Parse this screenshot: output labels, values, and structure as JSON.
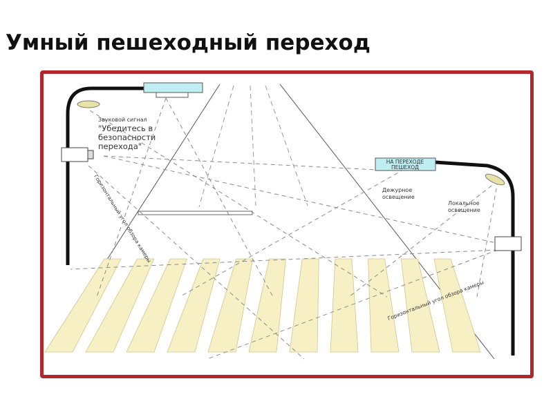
{
  "title": "Умный пешеходный переход",
  "colors": {
    "frame": "#b3262c",
    "stripe": "#f6f0c4",
    "sign": "#bfeef2",
    "lamp": "#e9e2a6",
    "pole": "#111111",
    "dashed": "#888888"
  },
  "labels": {
    "sound_caption": "Звуковой сигнал",
    "sound_message_1": "\"Убедитесь в",
    "sound_message_2": "безопасности",
    "sound_message_3": "перехода\"",
    "sign_line_1": "НА ПЕРЕХОДЕ",
    "sign_line_2": "ПЕШЕХОД",
    "duty_light_1": "Дежурное",
    "duty_light_2": "освещение",
    "local_light_1": "Локальное",
    "local_light_2": "освещение",
    "camera_angle_left": "Горизонтальный угол обзора камеры",
    "camera_angle_right": "Горизонтальный угол обзора камеры"
  },
  "crosswalk": {
    "stripe_count": 11
  }
}
